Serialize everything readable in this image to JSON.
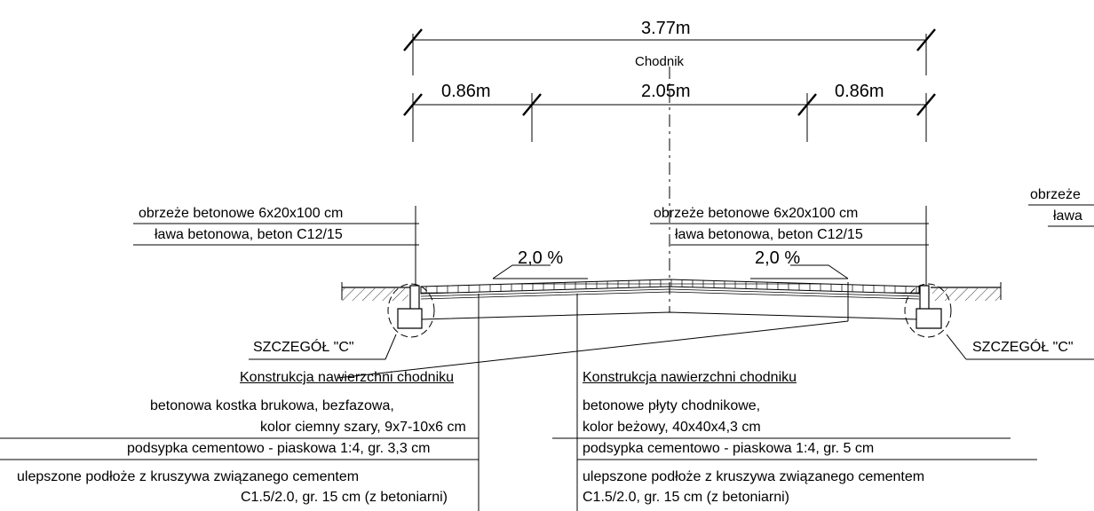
{
  "dimensions": {
    "total": "3.77m",
    "left": "0.86m",
    "middle": "2.05m",
    "right": "0.86m",
    "caption": "Chodnik"
  },
  "slopes": {
    "left": "2,0 %",
    "right": "2,0 %"
  },
  "callouts": {
    "curb_left": {
      "line1": "obrzeże betonowe 6x20x100 cm",
      "line2": "ława betonowa, beton C12/15"
    },
    "curb_center": {
      "line1": "obrzeże betonowe 6x20x100 cm",
      "line2": "ława betonowa, beton C12/15"
    },
    "curb_right_partial": {
      "line1": "obrzeże",
      "line2": "ława"
    },
    "detail_left": "SZCZEGÓŁ \"C\"",
    "detail_right": "SZCZEGÓŁ \"C\""
  },
  "layers_left": {
    "heading": "Konstrukcja nawierzchni chodniku",
    "surface_1": "betonowa kostka brukowa, bezfazowa,",
    "surface_2": "kolor ciemny szary, 9x7-10x6 cm",
    "bedding": "podsypka cementowo - piaskowa 1:4, gr. 3,3 cm",
    "base_1": "ulepszone podłoże z kruszywa związanego cementem",
    "base_2": "C1.5/2.0, gr. 15 cm (z betoniarni)"
  },
  "layers_right": {
    "heading": "Konstrukcja nawierzchni chodniku",
    "surface_1": "betonowe płyty chodnikowe,",
    "surface_2": "kolor beżowy, 40x40x4,3 cm",
    "bedding": "podsypka cementowo - piaskowa 1:4, gr. 5 cm",
    "base_1": "ulepszone podłoże z kruszywa związanego cementem",
    "base_2": "C1.5/2.0, gr. 15 cm (z betoniarni)"
  },
  "colors": {
    "line": "#000000",
    "background": "#ffffff"
  }
}
